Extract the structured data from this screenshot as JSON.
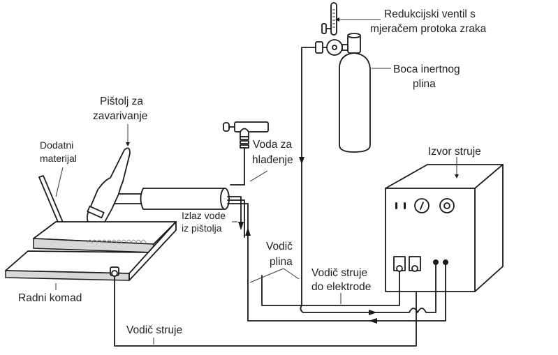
{
  "diagram": {
    "title": "Welding setup (TIG) schematic",
    "labels": {
      "reducing_valve_line1": "Redukcijski ventil s",
      "reducing_valve_line2": "mjeračem protoka zraka",
      "gas_cylinder_line1": "Boca inertnog",
      "gas_cylinder_line2": "plina",
      "torch_line1": "Pištolj za",
      "torch_line2": "zavarivanje",
      "filler_line1": "Dodatni",
      "filler_line2": "materijal",
      "cooling_water_line1": "Voda za",
      "cooling_water_line2": "hlađenje",
      "power_source": "Izvor struje",
      "water_outlet_line1": "Izlaz vode",
      "water_outlet_line2": "iz pištolja",
      "gas_conductor_line1": "Vodič",
      "gas_conductor_line2": "plina",
      "electrode_cable_line1": "Vodič struje",
      "electrode_cable_line2": "do elektrode",
      "workpiece": "Radni komad",
      "ground_cable": "Vodič struje"
    },
    "colors": {
      "line": "#1a1a1a",
      "text": "#222222",
      "background": "#ffffff"
    }
  }
}
